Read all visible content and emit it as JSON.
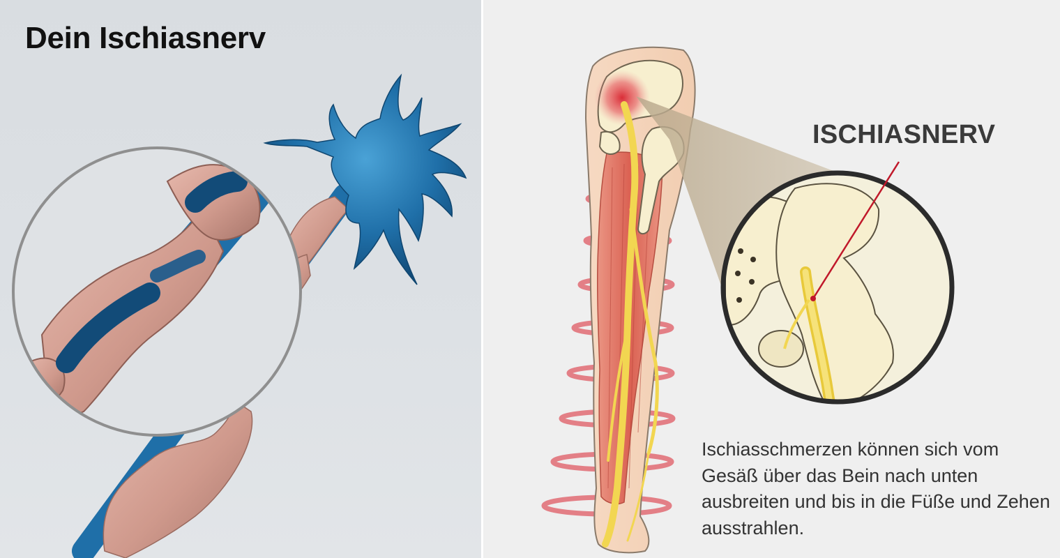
{
  "left_panel": {
    "title": "Dein Ischiasnerv"
  },
  "right_panel": {
    "nerve_label": "ISCHIASNERV",
    "caption": "Ischiasschmerzen können sich vom Gesäß über das Bein nach unten ausbreiten und bis in die Füße und Zehen ausstrahlen."
  },
  "colors": {
    "nerve_blue": "#1f6fa8",
    "myelin_pink": "#d6a093",
    "nerve_yellow": "#f2d651",
    "pain_red": "#d8232f",
    "bone": "#f7efcf"
  }
}
